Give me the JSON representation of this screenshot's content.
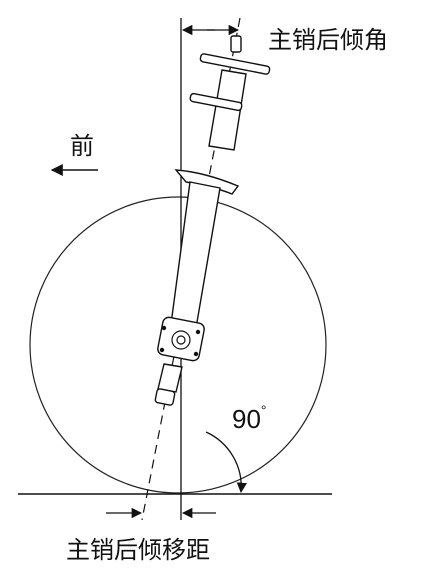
{
  "labels": {
    "caster_angle": "主销后倾角",
    "front": "前",
    "angle_value": "90",
    "angle_unit": "°",
    "caster_trail": "主销后倾移距"
  },
  "colors": {
    "line": "#111111",
    "background": "#ffffff"
  }
}
